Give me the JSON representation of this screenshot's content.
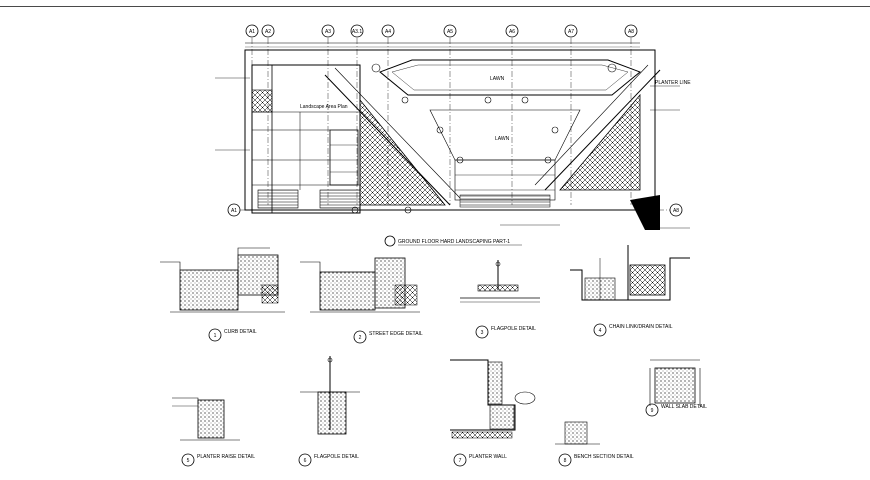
{
  "drawing": {
    "grid_labels_top": [
      "A1",
      "A2",
      "A3",
      "A3.1",
      "A4",
      "A5",
      "A6",
      "A7",
      "A8"
    ],
    "grid_label_bottom_left": "A1",
    "grid_label_bottom_right": "A8",
    "plan": {
      "title": "GROUND FLOOR HARD LANDSCAPING PART-1",
      "lawn_label": "LAWN",
      "lawn_label_2": "LAWN",
      "left_note": "Landscape Area Plan",
      "right_note": "PLANTER LINE"
    },
    "details": [
      {
        "id": "1",
        "title": "CURB DETAIL"
      },
      {
        "id": "2",
        "title": "STREET EDGE DETAIL"
      },
      {
        "id": "3",
        "title": "FLAGPOLE DETAIL"
      },
      {
        "id": "4",
        "title": "CHAIN LINK/DRAIN DETAIL"
      },
      {
        "id": "5",
        "title": "PLANTER RAISE DETAIL"
      },
      {
        "id": "6",
        "title": "FLAGPOLE DETAIL"
      },
      {
        "id": "7",
        "title": "PLANTER WALL"
      },
      {
        "id": "8",
        "title": "BENCH SECTION DETAIL"
      },
      {
        "id": "9",
        "title": "WALL SLAB DETAIL"
      }
    ]
  }
}
